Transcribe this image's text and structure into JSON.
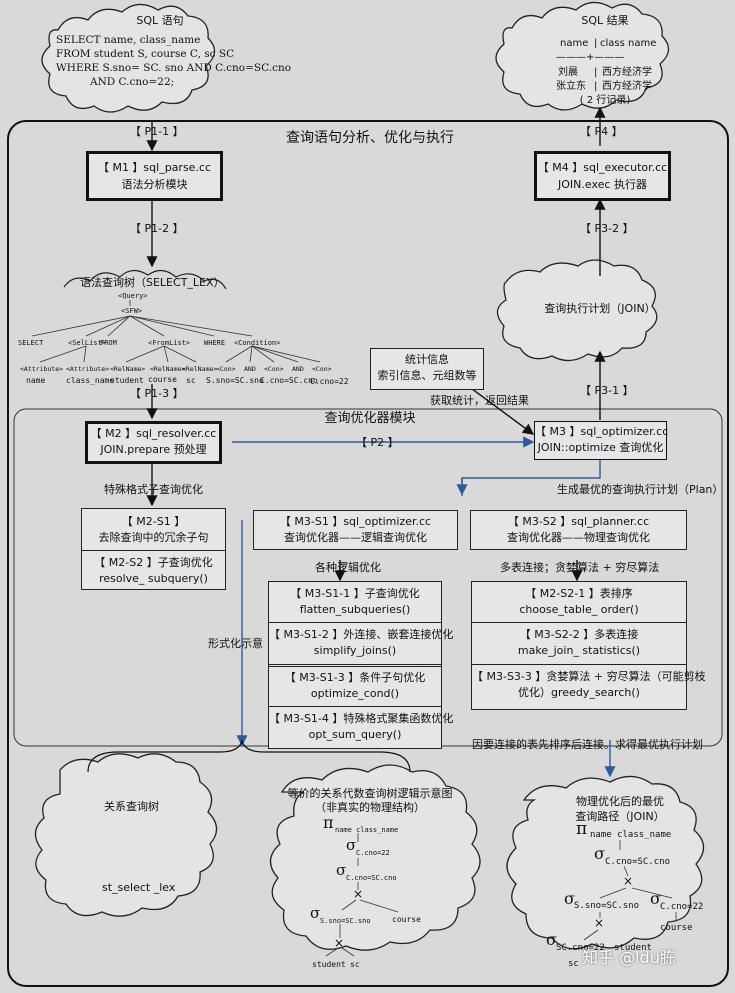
{
  "sql_query": {
    "title": "SQL 语句",
    "lines": [
      "SELECT name, class_name",
      "FROM student S, course C, sc SC",
      "WHERE S.sno= SC. sno AND C.cno=SC.cno",
      "AND C.cno=22;"
    ]
  },
  "sql_result": {
    "title": "SQL 结果",
    "header": [
      "name",
      "class  name"
    ],
    "rows": [
      [
        "刘晨",
        "西方经济学"
      ],
      [
        "张立东",
        "西方经济学"
      ]
    ],
    "footer": "( 2 行记录)"
  },
  "outer_frame": {
    "title": "查询语句分析、优化与执行"
  },
  "inner_frame": {
    "title": "查询优化器模块"
  },
  "labels": {
    "p1_1": "【 P1-1 】",
    "p1_2": "【 P1-2 】",
    "p1_3": "【 P1-3 】",
    "p2": "【 P2 】",
    "p3_1": "【 P3-1 】",
    "p3_2": "【 P3-2 】",
    "p4": "【 P4 】",
    "special_format": "特殊格式子查询优化",
    "gen_plan": "生成最优的查询执行计划（Plan）",
    "stats_return": "获取统计，返回结果",
    "logic_types": "各种逻辑优化",
    "multi_join": "多表连接；贪婪算法 + 穷尽算法",
    "formal": "形式化示意",
    "join_order": "因要连接的表先排序后连接。求得最优执行计划"
  },
  "m1": {
    "line1": "【 M1 】sql_parse.cc",
    "line2": "语法分析模块"
  },
  "m4": {
    "line1": "【 M4 】sql_executor.cc",
    "line2": "JOIN.exec 执行器"
  },
  "m2": {
    "line1": "【 M2 】sql_resolver.cc",
    "line2": "JOIN.prepare 预处理"
  },
  "m3": {
    "line1": "【 M3 】sql_optimizer.cc",
    "line2": "JOIN::optimize 查询优化"
  },
  "stats": {
    "line1": "统计信息",
    "line2": "索引信息、元组数等"
  },
  "exec_plan": {
    "text": "查询执行计划（JOIN）"
  },
  "parse_tree": {
    "title": "语法查询树（SELECT_LEX）",
    "query": "<Query>",
    "sfw": "<SFW>",
    "select": "SELECT",
    "sellist": "<SelList>",
    "from": "FROM",
    "fromlist": "<FromList>",
    "where": "WHERE",
    "condition": "<Condition>",
    "attr1": "<Attribute>",
    "attr2": "<Attribute>",
    "relname1": "<RelName>",
    "relname2": "<RelName>",
    "relname3": "<RelName>",
    "con1": "<Con>",
    "and1": "AND",
    "con2": "<Con>",
    "and2": "AND",
    "con3": "<Con>",
    "leaf_name": "name",
    "leaf_class": "class_name",
    "leaf_student": "student",
    "leaf_course": "course",
    "leaf_sc": "sc",
    "leaf_c1": "S.sno=SC.sno",
    "leaf_c2": "C.cno=SC.cno",
    "leaf_c3": "C.cno=22"
  },
  "m2s": {
    "s1_title": "【 M2-S1 】",
    "s1_desc": "去除查询中的冗余子句",
    "s2_title": "【 M2-S2 】子查询优化",
    "s2_desc": "resolve_ subquery()"
  },
  "m3s1": {
    "title": "【 M3-S1 】sql_optimizer.cc",
    "desc": "查询优化器——逻辑查询优化",
    "items": [
      {
        "title": "【 M3-S1-1 】子查询优化",
        "fn": "flatten_subqueries()"
      },
      {
        "title": "【 M3-S1-2 】外连接、嵌套连接优化",
        "fn": "simplify_joins()"
      },
      {
        "title": "【 M3-S1-3 】条件子句优化",
        "fn": "optimize_cond()"
      },
      {
        "title": "【 M3-S1-4 】特殊格式聚集函数优化",
        "fn": "opt_sum_query()"
      }
    ]
  },
  "m3s2": {
    "title": "【 M3-S2 】sql_planner.cc",
    "desc": "查询优化器——物理查询优化",
    "items": [
      {
        "title": "【 M2-S2-1 】表排序",
        "fn": "choose_table_ order()"
      },
      {
        "title": "【 M3-S2-2 】多表连接",
        "fn": "make_join_ statistics()"
      },
      {
        "title": "【 M3-S3-3 】贪婪算法 + 穷尽算法（可能剪枝",
        "fn": "优化）greedy_search()"
      }
    ]
  },
  "rel_tree": {
    "title": "关系查询树",
    "text": "st_select _lex"
  },
  "logic_tree": {
    "title1": "等价的关系代数查询树逻辑示意图",
    "title2": "（非真实的物理结构）",
    "pi": "π",
    "pi_sub": "name class_name",
    "sigma": "σ",
    "sig1": "C.cno=22",
    "sig2": "C.cno=SC.cno",
    "sig3": "S.sno=SC.sno",
    "course": "course",
    "student": "student",
    "sc": "sc",
    "join": "×"
  },
  "phys_tree": {
    "title1": "物理优化后的最优",
    "title2": "查询路径（JOIN）",
    "pi": "π",
    "pi_sub": "name class_name",
    "sigma": "σ",
    "sig1": "C.cno=SC.cno",
    "sig2": "S.sno=SC.sno",
    "sig3": "C.cno=22",
    "sig4": "SC.cno=22",
    "course": "course",
    "student": "student",
    "sc": "sc",
    "join": "×"
  },
  "watermark": "知乎 @ldu胨"
}
